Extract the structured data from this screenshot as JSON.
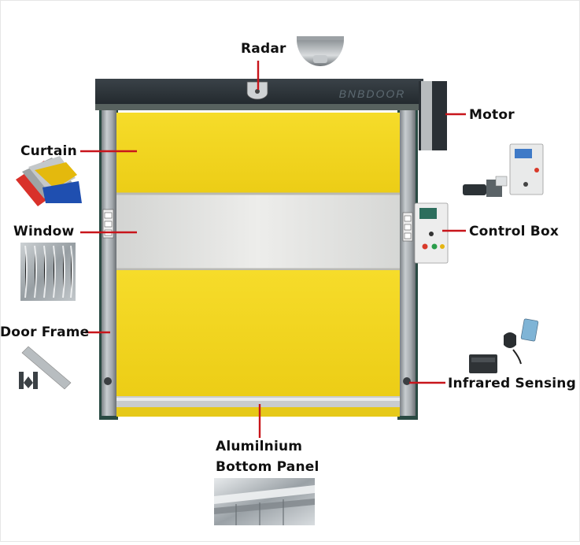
{
  "labels": {
    "radar": "Radar",
    "motor": "Motor",
    "curtain": "Curtain",
    "window": "Window",
    "control_box": "Control Box",
    "door_frame": "Door Frame",
    "infrared_sensing": "Infrared Sensing",
    "bottom_panel_line1": "Alumilnium",
    "bottom_panel_line2": "Bottom Panel"
  },
  "brand_mark": "BNBDOOR",
  "colors": {
    "curtain_yellow": "#f2d51e",
    "window_gray": "#dedfdc",
    "frame_steel": "#9ea3a6",
    "frame_dark": "#25403a",
    "top_box": "#2b3338",
    "leader_red": "#c8151b",
    "panel_blue": "#1f4fb0"
  }
}
